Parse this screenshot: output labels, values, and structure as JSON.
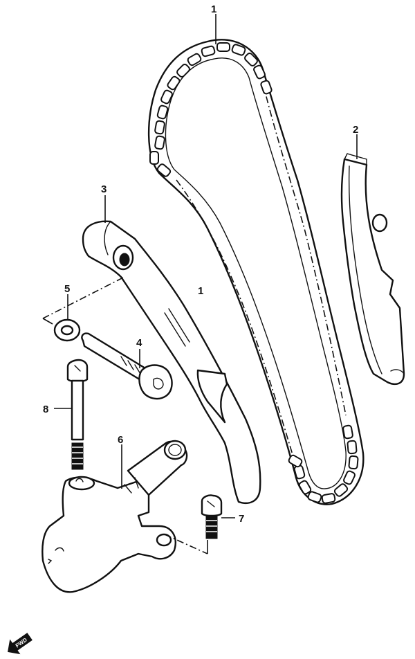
{
  "callouts": [
    {
      "id": "1",
      "part": "cam-chain"
    },
    {
      "id": "2",
      "part": "chain-guide"
    },
    {
      "id": "3",
      "part": "tensioner-arm"
    },
    {
      "id": "4",
      "part": "pivot-bolt"
    },
    {
      "id": "5",
      "part": "washer"
    },
    {
      "id": "6",
      "part": "chain-tensioner"
    },
    {
      "id": "7",
      "part": "tensioner-bolt-short"
    },
    {
      "id": "8",
      "part": "tensioner-bolt-long"
    }
  ],
  "direction_marker": {
    "label": "FWD",
    "icon": "forward-arrow-icon"
  }
}
